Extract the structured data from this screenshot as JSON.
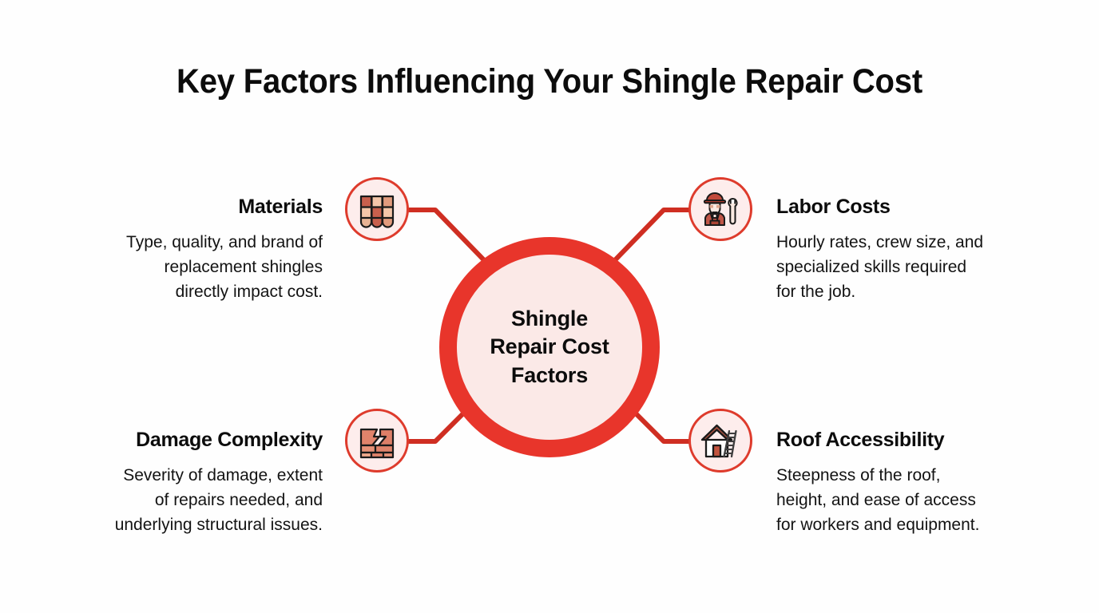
{
  "page": {
    "title": "Key Factors Influencing Your Shingle Repair Cost",
    "background_color": "#FEFEFE"
  },
  "theme": {
    "accent_red": "#E8352B",
    "node_ring_red": "#DE3B2C",
    "hub_fill": "#FBE9E7",
    "node_fill": "#FDEDEC",
    "text_dark": "#0C0C0C",
    "tile_terracotta": "#C8604D",
    "tile_peach": "#F4C6A9",
    "roof_brown": "#A9513F",
    "outline_dark": "#1A1A1A",
    "ladder_gray": "#4A4A4A"
  },
  "center": {
    "label": "Shingle\nRepair Cost\nFactors",
    "icon": "hub-circle"
  },
  "nodes": [
    {
      "id": "materials",
      "heading": "Materials",
      "description": "Type, quality, and brand of\nreplacement shingles\ndirectly impact cost.",
      "icon": "shingle-tiles-icon",
      "position": "top-left",
      "align": "right"
    },
    {
      "id": "labor",
      "heading": "Labor Costs",
      "description": "Hourly rates, crew size, and\nspecialized skills required\nfor the job.",
      "icon": "worker-with-wrench-icon",
      "position": "top-right",
      "align": "left"
    },
    {
      "id": "damage",
      "heading": "Damage Complexity",
      "description": "Severity of damage, extent\nof repairs needed, and\nunderlying structural issues.",
      "icon": "cracked-bricks-icon",
      "position": "bottom-left",
      "align": "right"
    },
    {
      "id": "roof",
      "heading": "Roof Accessibility",
      "description": "Steepness of the roof,\nheight, and ease of access\nfor workers and equipment.",
      "icon": "house-with-ladder-icon",
      "position": "bottom-right",
      "align": "left"
    }
  ],
  "connectors": [
    {
      "id": "connector-materials",
      "from": "node-circle-materials",
      "to": "center-hub"
    },
    {
      "id": "connector-labor",
      "from": "node-circle-labor",
      "to": "center-hub"
    },
    {
      "id": "connector-damage",
      "from": "node-circle-damage",
      "to": "center-hub"
    },
    {
      "id": "connector-roof",
      "from": "node-circle-roof",
      "to": "center-hub"
    }
  ]
}
